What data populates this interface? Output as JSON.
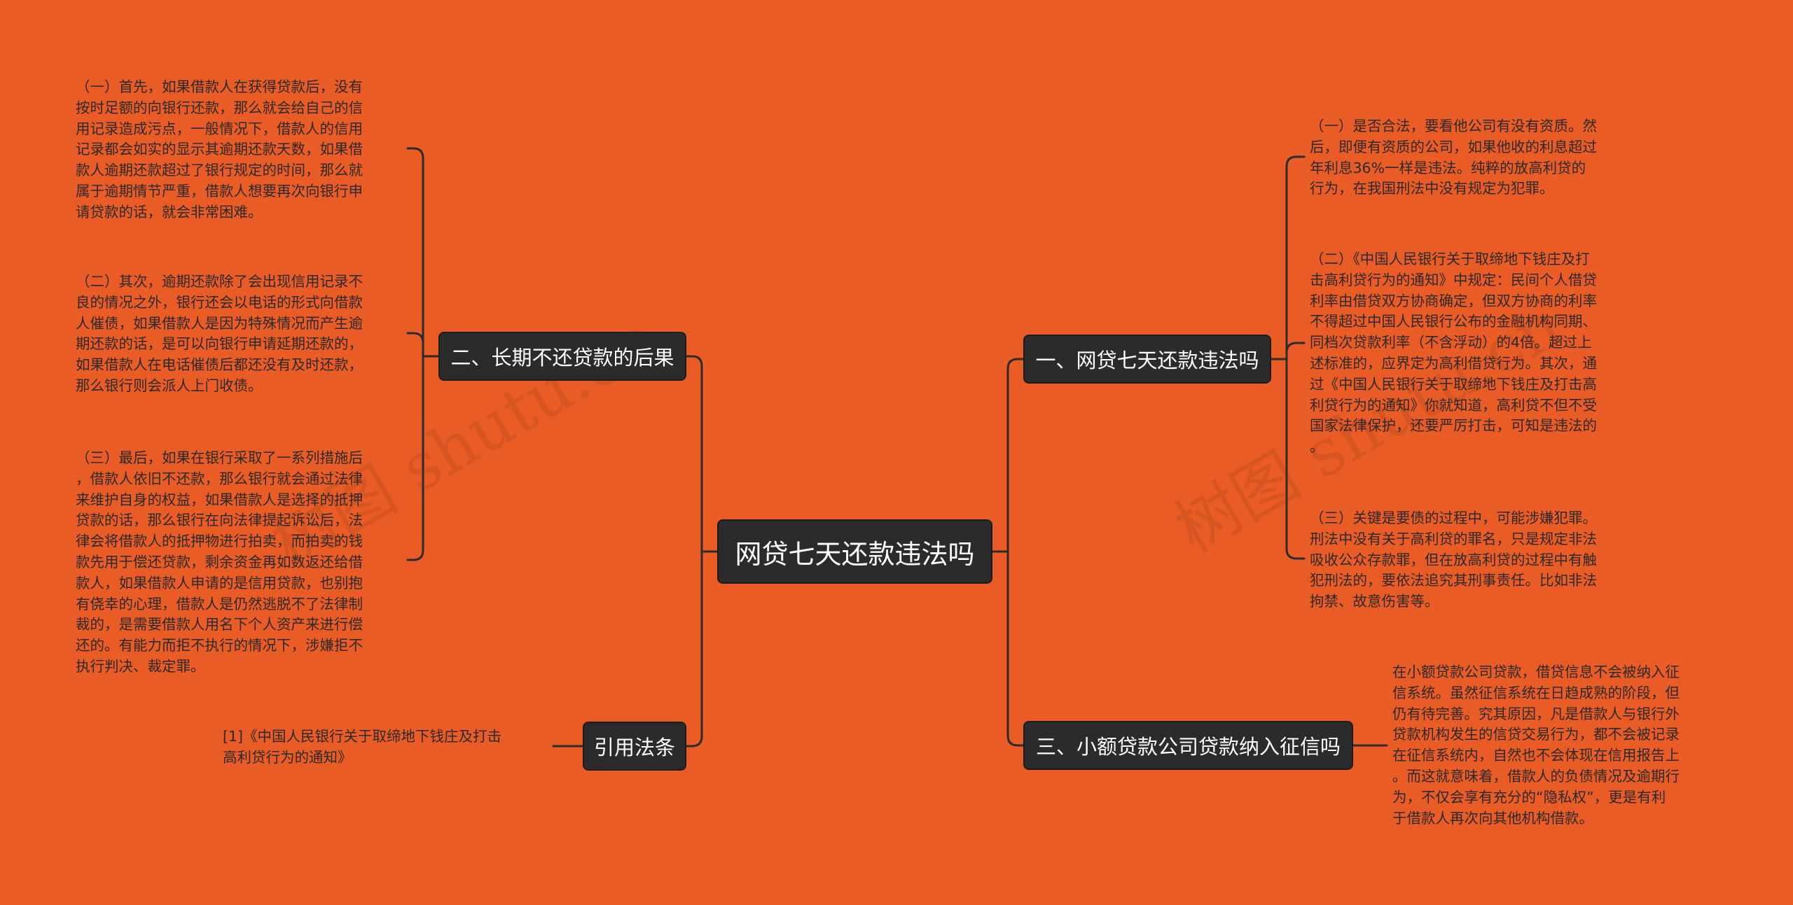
{
  "root": {
    "label": "网贷七天还款违法吗"
  },
  "branches": {
    "b1": {
      "label": "一、网贷七天还款违法吗",
      "leaves": [
        "（一）是否合法，要看他公司有没有资质。然\n后，即便有资质的公司，如果他收的利息超过\n年利息36%一样是违法。纯粹的放高利贷的\n行为，在我国刑法中没有规定为犯罪。",
        "（二）《中国人民银行关于取缔地下钱庄及打\n击高利贷行为的通知》中规定：民间个人借贷\n利率由借贷双方协商确定，但双方协商的利率\n不得超过中国人民银行公布的金融机构同期、\n同档次贷款利率（不含浮动）的4倍。超过上\n述标准的，应界定为高利借贷行为。其次，通\n过《中国人民银行关于取缔地下钱庄及打击高\n利贷行为的通知》你就知道，高利贷不但不受\n国家法律保护，还要严厉打击，可知是违法的\n。",
        "（三）关键是要债的过程中，可能涉嫌犯罪。\n刑法中没有关于高利贷的罪名，只是规定非法\n吸收公众存款罪，但在放高利贷的过程中有触\n犯刑法的，要依法追究其刑事责任。比如非法\n拘禁、故意伤害等。"
      ]
    },
    "b2": {
      "label": "二、长期不还贷款的后果",
      "leaves": [
        "（一）首先，如果借款人在获得贷款后，没有\n按时足额的向银行还款，那么就会给自己的信\n用记录造成污点，一般情况下，借款人的信用\n记录都会如实的显示其逾期还款天数，如果借\n款人逾期还款超过了银行规定的时间，那么就\n属于逾期情节严重，借款人想要再次向银行申\n请贷款的话，就会非常困难。",
        "（二）其次，逾期还款除了会出现信用记录不\n良的情况之外，银行还会以电话的形式向借款\n人催债，如果借款人是因为特殊情况而产生逾\n期还款的话，是可以向银行申请延期还款的，\n如果借款人在电话催债后都还没有及时还款，\n那么银行则会派人上门收债。",
        "（三）最后，如果在银行采取了一系列措施后\n，借款人依旧不还款，那么银行就会通过法律\n来维护自身的权益，如果借款人是选择的抵押\n贷款的话，那么银行在向法律提起诉讼后，法\n律会将借款人的抵押物进行拍卖，而拍卖的钱\n款先用于偿还贷款，剩余资金再如数返还给借\n款人，如果借款人申请的是信用贷款，也别抱\n有侥幸的心理，借款人是仍然逃脱不了法律制\n裁的，是需要借款人用名下个人资产来进行偿\n还的。有能力而拒不执行的情况下，涉嫌拒不\n执行判决、裁定罪。"
      ]
    },
    "b3": {
      "label": "三、小额贷款公司贷款纳入征信吗",
      "leaves": [
        "在小额贷款公司贷款，借贷信息不会被纳入征\n信系统。虽然征信系统在日趋成熟的阶段，但\n仍有待完善。究其原因，凡是借款人与银行外\n贷款机构发生的信贷交易行为，都不会被记录\n在征信系统内，自然也不会体现在信用报告上\n。而这就意味着，借款人的负债情况及逾期行\n为，不仅会享有充分的“隐私权”，更是有利\n于借款人再次向其他机构借款。"
      ]
    },
    "b4": {
      "label": "引用法条",
      "leaves": [
        "[1]《中国人民银行关于取缔地下钱庄及打击\n高利贷行为的通知》"
      ]
    }
  },
  "watermark": "树图 shutu.cn",
  "colors": {
    "background": "#ea5c25",
    "node_fill": "#2b2b2b",
    "node_text": "#ffffff",
    "leaf_text": "#2a2a2a",
    "connector": "#2b2b2b"
  }
}
